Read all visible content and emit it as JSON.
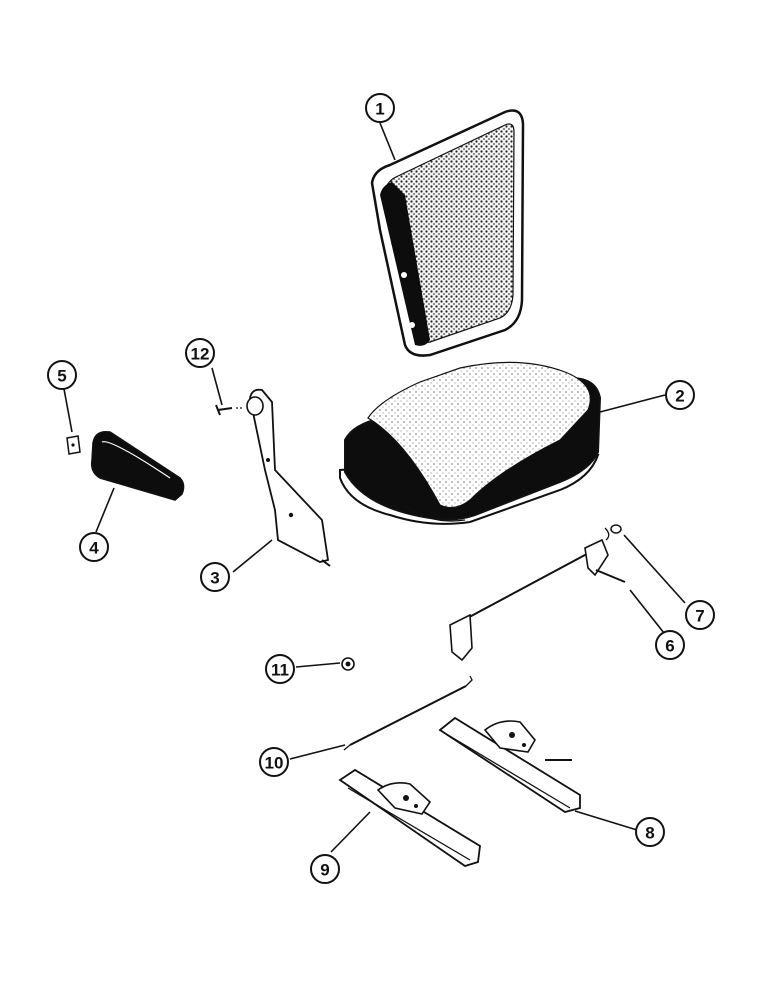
{
  "diagram": {
    "callouts": [
      {
        "number": "1",
        "part": "seat-back-cushion"
      },
      {
        "number": "2",
        "part": "seat-cushion"
      },
      {
        "number": "3",
        "part": "bracket"
      },
      {
        "number": "4",
        "part": "armrest"
      },
      {
        "number": "5",
        "part": "plate"
      },
      {
        "number": "6",
        "part": "adjuster-rod"
      },
      {
        "number": "7",
        "part": "nut"
      },
      {
        "number": "8",
        "part": "seat-slide-right"
      },
      {
        "number": "9",
        "part": "seat-slide-left"
      },
      {
        "number": "10",
        "part": "link-rod"
      },
      {
        "number": "11",
        "part": "nut"
      },
      {
        "number": "12",
        "part": "screw"
      }
    ]
  }
}
